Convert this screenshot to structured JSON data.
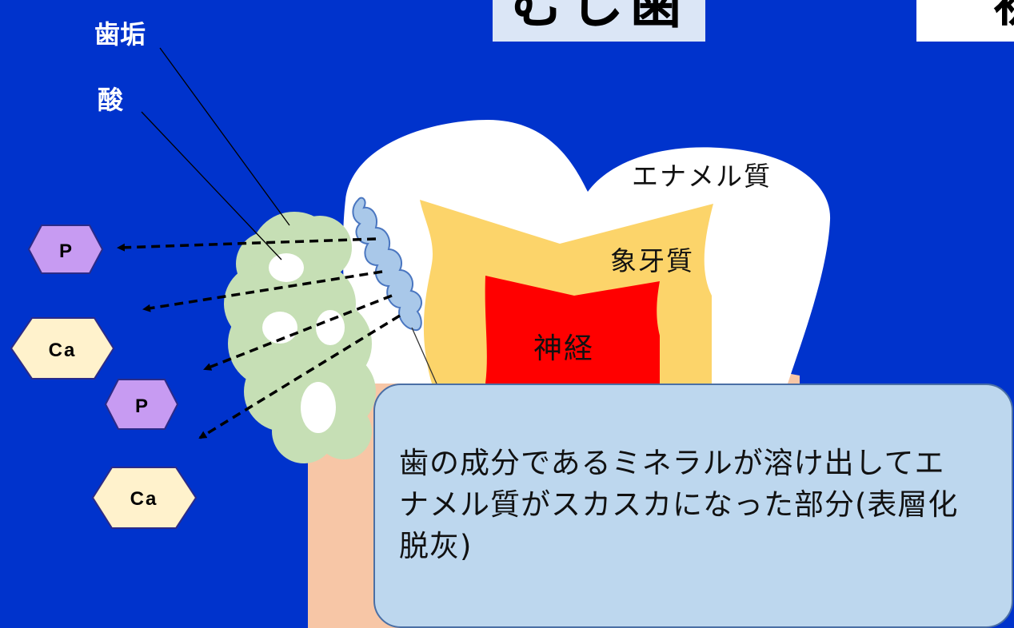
{
  "title": {
    "text": "むし歯",
    "right_text": "初"
  },
  "labels": {
    "plaque": "歯垢",
    "acid": "酸",
    "enamel": "エナメル質",
    "dentin": "象牙質",
    "nerve": "神経"
  },
  "minerals": [
    "P",
    "Ca",
    "P",
    "Ca"
  ],
  "callout": {
    "text": "歯の成分であるミネラルが溶け出してエナメル質がスカスカになった部分(表層化脱灰)"
  },
  "colors": {
    "background": "#0033cc",
    "enamel": "#ffffff",
    "dentin": "#fcd46a",
    "nerve": "#ff0000",
    "gum": "#f7c6a6",
    "plaque": "#c6dfb5",
    "demineralized": "#a9c8e9",
    "phosphorus": "#c79bf2",
    "calcium": "#fff2cc",
    "callout": "#bdd7ee"
  }
}
